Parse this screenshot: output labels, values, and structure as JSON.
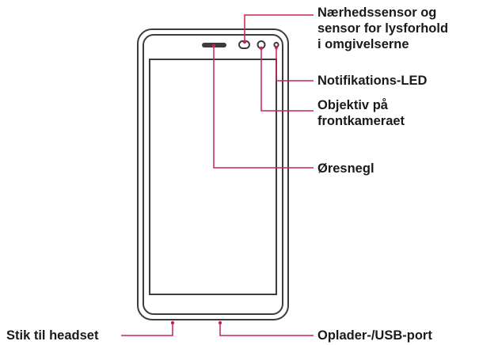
{
  "colors": {
    "outline": "#3c3c3c",
    "callout": "#c8234f"
  },
  "labels": {
    "sensor": [
      "Nærhedssensor og",
      "sensor for lysforhold",
      "i omgivelserne"
    ],
    "led": [
      "Notifikations-LED"
    ],
    "camera": [
      "Objektiv på",
      "frontkameraet"
    ],
    "earpiece": [
      "Øresnegl"
    ],
    "headset": [
      "Stik til headset"
    ],
    "usb": [
      "Oplader-/USB-port"
    ]
  }
}
